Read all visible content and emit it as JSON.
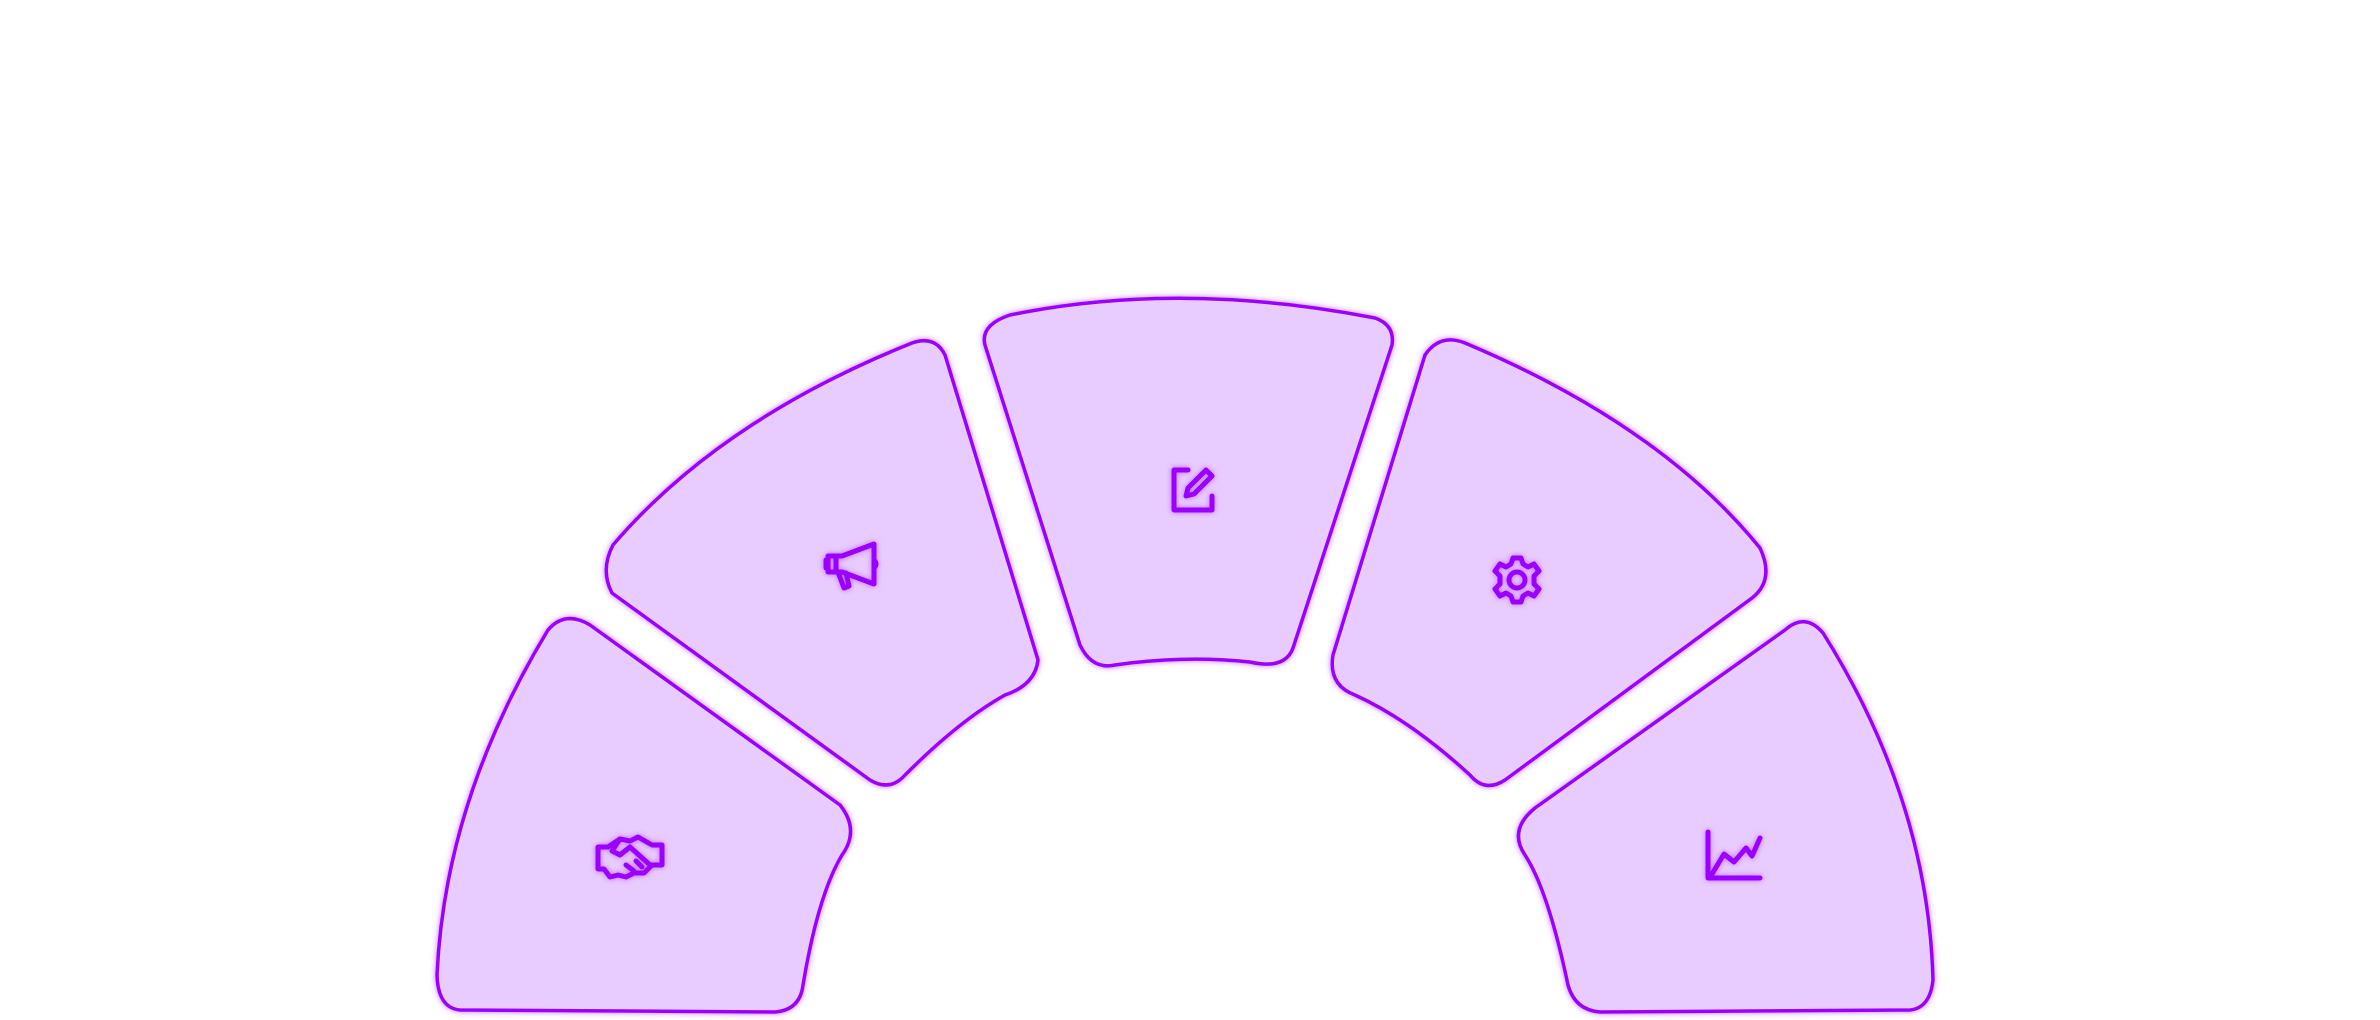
{
  "theme": {
    "fill": "#e8ccff",
    "stroke": "#9b00ff",
    "glow": "#b84dff",
    "icon": "#9b00ff",
    "background": "#ffffff"
  },
  "segments": [
    {
      "id": "partnership",
      "icon": "handshake-icon"
    },
    {
      "id": "marketing",
      "icon": "megaphone-icon"
    },
    {
      "id": "edit",
      "icon": "edit-icon"
    },
    {
      "id": "settings",
      "icon": "gear-icon"
    },
    {
      "id": "analytics",
      "icon": "line-chart-icon"
    }
  ]
}
